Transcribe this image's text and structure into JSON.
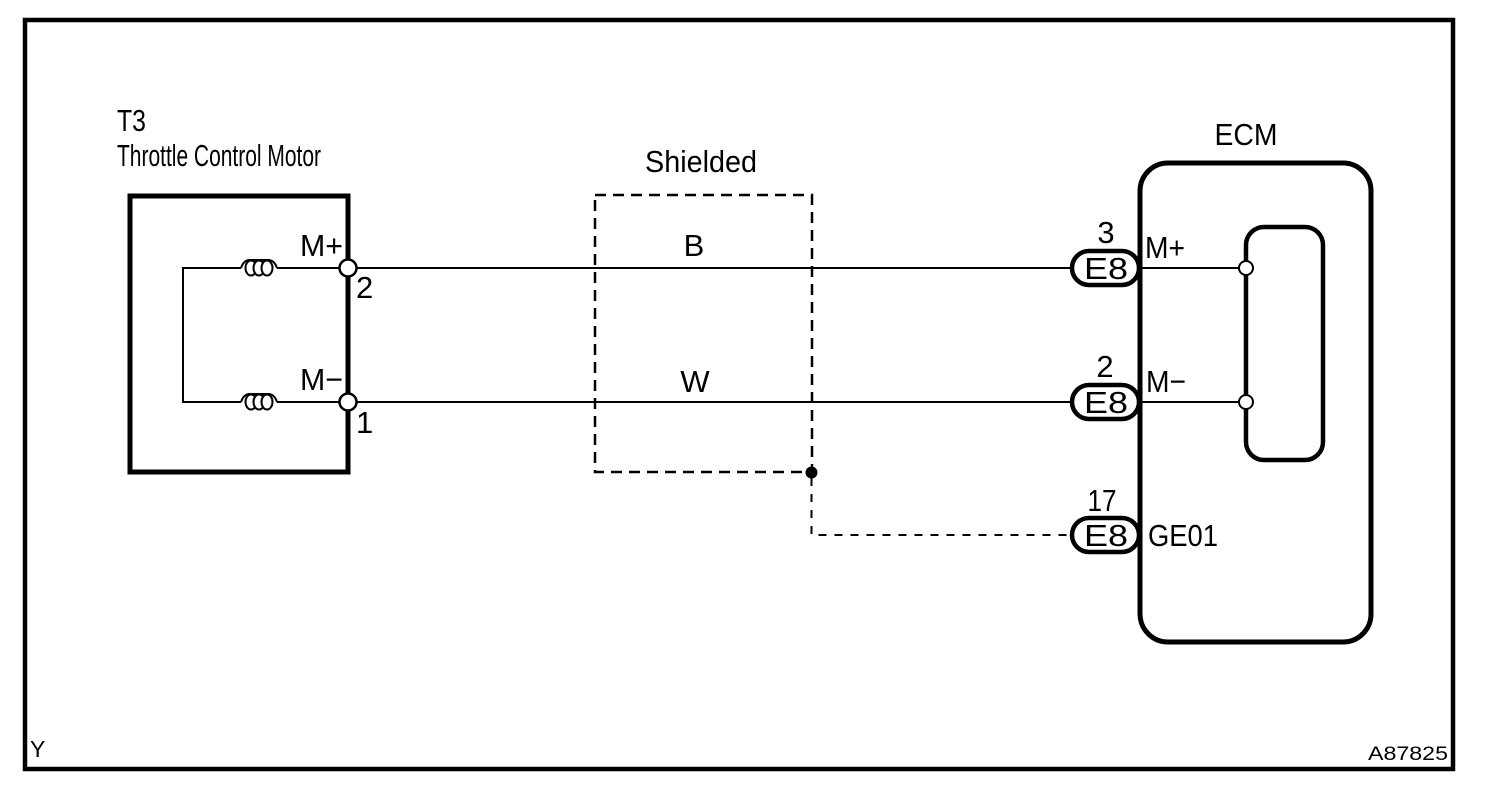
{
  "motor": {
    "id": "T3",
    "name": "Throttle Control Motor",
    "terminal_plus_label": "M+",
    "terminal_plus_pin": "2",
    "terminal_minus_label": "M−",
    "terminal_minus_pin": "1"
  },
  "shield": {
    "label": "Shielded"
  },
  "wires": {
    "top_color_code": "B",
    "bottom_color_code": "W"
  },
  "ecm": {
    "label": "ECM",
    "pin_mplus_number": "3",
    "pin_mplus_connector": "E8",
    "pin_mplus_signal": "M+",
    "pin_mminus_number": "2",
    "pin_mminus_connector": "E8",
    "pin_mminus_signal": "M−",
    "pin_ground_number": "17",
    "pin_ground_connector": "E8",
    "pin_ground_signal": "GE01"
  },
  "footer": {
    "page_code": "Y",
    "figure_code": "A87825"
  },
  "colors": {
    "line": "#000000",
    "background": "#ffffff"
  }
}
